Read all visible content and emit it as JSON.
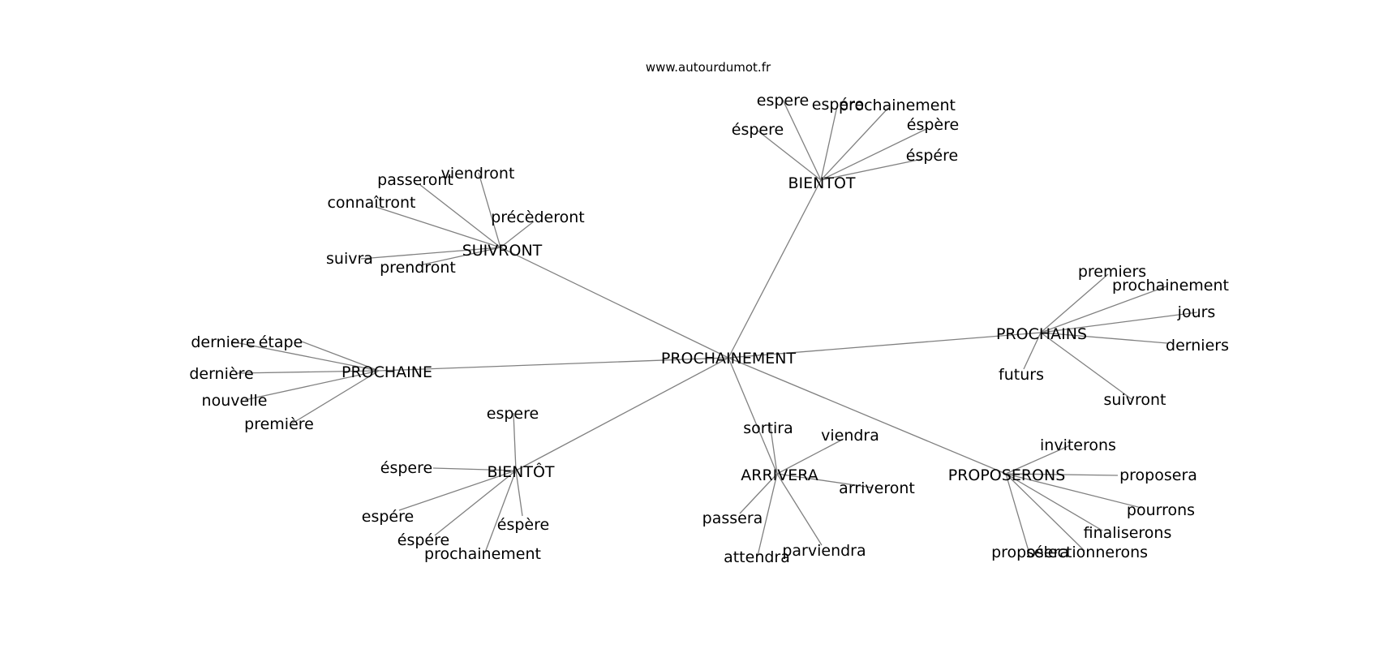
{
  "watermark": "www.autourdumot.fr",
  "center": "PROCHAINEMENT",
  "clusters": [
    {
      "id": "bientot-top",
      "hub": "BIENTOT",
      "leaves": [
        "espere",
        "espére",
        "prochainement",
        "éspere",
        "éspère",
        "éspére"
      ]
    },
    {
      "id": "suivront",
      "hub": "SUIVRONT",
      "leaves": [
        "viendront",
        "passeront",
        "connaîtront",
        "précèderont",
        "suivra",
        "prendront"
      ]
    },
    {
      "id": "prochains",
      "hub": "PROCHAINS",
      "leaves": [
        "premiers",
        "prochainement",
        "jours",
        "derniers",
        "futurs",
        "suivront"
      ]
    },
    {
      "id": "prochaine",
      "hub": "PROCHAINE",
      "leaves": [
        "derniere",
        "étape",
        "dernière",
        "nouvelle",
        "première"
      ]
    },
    {
      "id": "bientot-bottom",
      "hub": "BIENTÔT",
      "leaves": [
        "espere",
        "éspere",
        "espére",
        "éspére",
        "prochainement",
        "éspère"
      ]
    },
    {
      "id": "arrivera",
      "hub": "ARRIVERA",
      "leaves": [
        "sortira",
        "viendra",
        "arriveront",
        "passera",
        "attendra",
        "parviendra"
      ]
    },
    {
      "id": "proposerons",
      "hub": "PROPOSERONS",
      "leaves": [
        "inviterons",
        "proposera",
        "pourrons",
        "finaliserons",
        "proposera",
        "sélectionnerons"
      ]
    }
  ]
}
